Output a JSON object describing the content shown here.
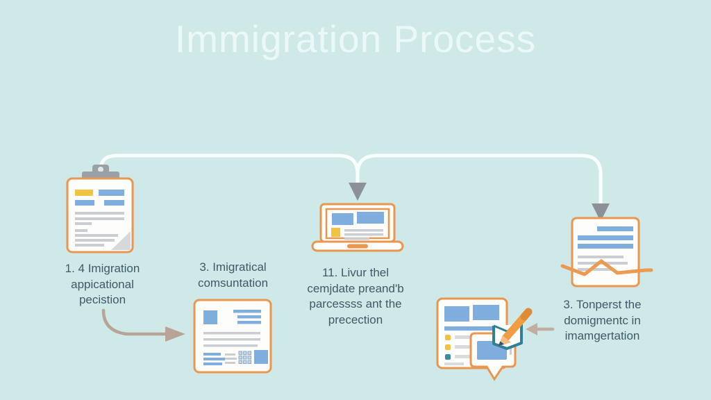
{
  "title": "Immigration Process",
  "steps": [
    {
      "id": "step-application",
      "icon": "clipboard-icon",
      "label": "1. 4 Imigration\nappicational\npecistion"
    },
    {
      "id": "step-consultation",
      "icon": "form-document-icon",
      "label": "3. Imigratical\ncomsuntation"
    },
    {
      "id": "step-online",
      "icon": "laptop-icon",
      "label": "11. Livur thel\ncemjdate preand'b\nparcessss ant the\nprecection"
    },
    {
      "id": "step-report",
      "icon": "report-chart-icon",
      "label": "3. Tonperst the\ndomigmentc in\nimamgertation"
    },
    {
      "id": "step-review",
      "icon": "document-pencil-icon"
    }
  ],
  "colors": {
    "background": "#cfe9e9",
    "title_text": "#eaf9f8",
    "label_text": "#3d5a66",
    "accent_orange": "#e9964e",
    "fill_blue": "#7fadde",
    "fill_yellow": "#f1c33e",
    "fill_teal": "#2f7f96",
    "connector_white": "#f8fdfd",
    "arrow_gray": "#8b9196",
    "arrow_tan": "#b7a496"
  }
}
